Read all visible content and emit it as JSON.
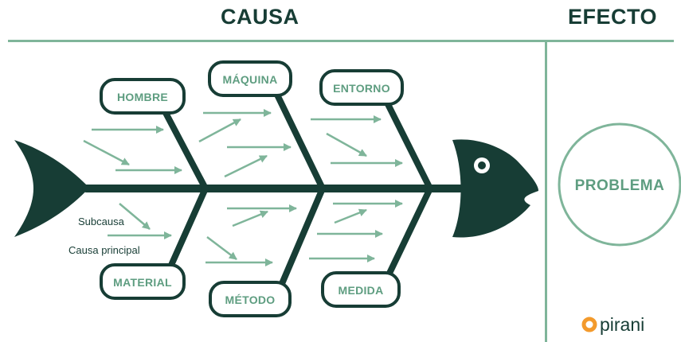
{
  "header": {
    "cause_title": "CAUSA",
    "effect_title": "EFECTO"
  },
  "categories": {
    "hombre": "HOMBRE",
    "maquina": "MÁQUINA",
    "entorno": "ENTORNO",
    "material": "MATERIAL",
    "metodo": "MÉTODO",
    "medida": "MEDIDA"
  },
  "legend": {
    "subcause": "Subcausa",
    "main_cause": "Causa principal"
  },
  "effect": {
    "label": "PROBLEMA"
  },
  "logo": {
    "text": "pirani"
  },
  "colors": {
    "dark": "#173d35",
    "accent": "#7fb59a",
    "label": "#5e9d80",
    "logo_orange": "#f39a2c"
  }
}
